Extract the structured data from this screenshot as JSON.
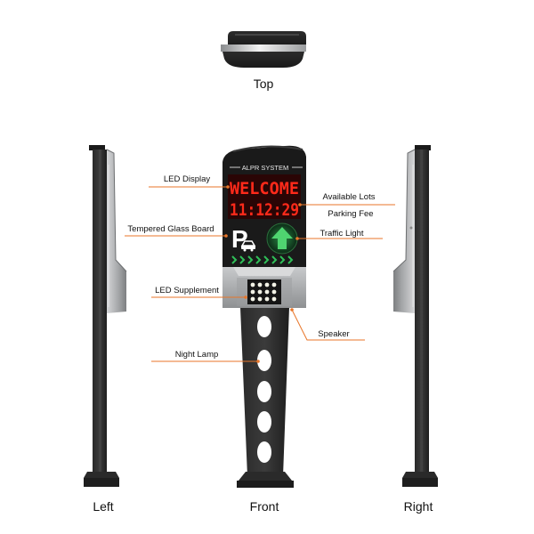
{
  "views": {
    "top": "Top",
    "left": "Left",
    "front": "Front",
    "right": "Right"
  },
  "device": {
    "header": "ALPR SYSTEM",
    "led_line1": "WELCOME",
    "led_line2": "11:12:29",
    "parking_sign": "P"
  },
  "callouts": {
    "led_display": "LED Display",
    "tempered_glass_board": "Tempered Glass Board",
    "led_supplement": "LED Supplement",
    "night_lamp": "Night Lamp",
    "available_lots": "Available Lots",
    "parking_fee": "Parking Fee",
    "traffic_light": "Traffic Light",
    "speaker": "Speaker"
  },
  "colors": {
    "leader_line": "#e8762a",
    "led_red": "#ff2a1a",
    "traffic_green": "#35c060",
    "body_dark": "#1c1c1c",
    "body_grey": "#b9bbbd"
  }
}
